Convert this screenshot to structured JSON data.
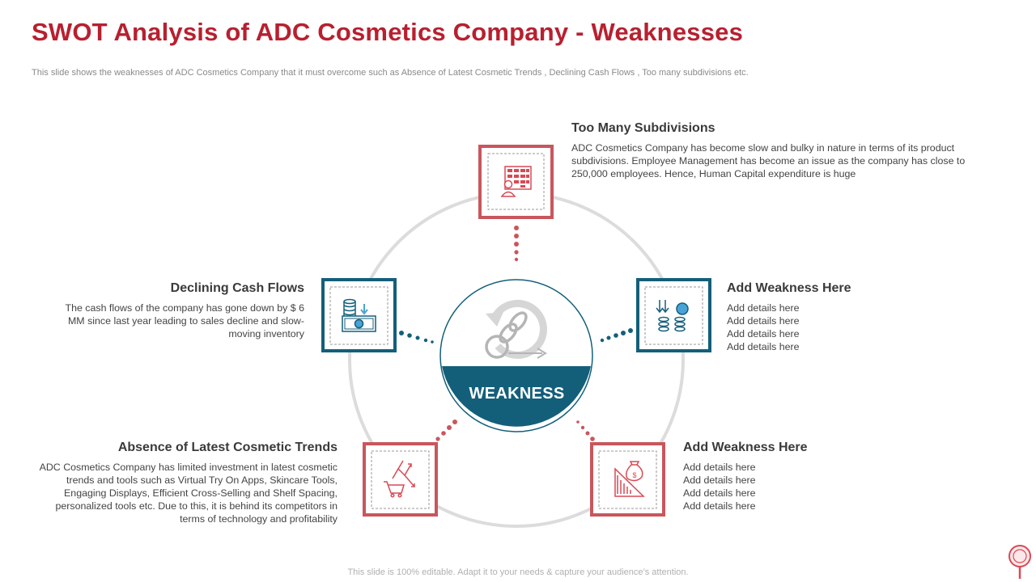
{
  "header": {
    "title": "SWOT Analysis of ADC Cosmetics Company - Weaknesses",
    "subtitle": "This slide shows the weaknesses of ADC Cosmetics Company that it must overcome such as Absence of Latest Cosmetic Trends , Declining Cash Flows , Too many subdivisions etc."
  },
  "center": {
    "label": "WEAKNESS",
    "icon": "chain-cycle-icon"
  },
  "items": {
    "top": {
      "title": "Too Many Subdivisions",
      "text": "ADC Cosmetics Company has become slow and bulky in nature in terms of its product subdivisions. Employee Management has become an issue as the company has close to 250,000 employees. Hence, Human Capital expenditure is huge",
      "icon": "employee-grid-icon"
    },
    "left": {
      "title": "Declining Cash Flows",
      "text": "The cash flows of the company has gone down by $ 6 MM since last year leading to sales decline and slow-moving inventory",
      "icon": "cash-decline-icon"
    },
    "right_upper": {
      "title": "Add Weakness Here",
      "details": [
        "Add details here",
        "Add details here",
        "Add details here",
        "Add details here"
      ],
      "icon": "coins-decline-icon"
    },
    "bottom_left": {
      "title": "Absence of Latest Cosmetic Trends",
      "text": "ADC Cosmetics Company has limited investment in latest cosmetic trends and tools such as Virtual Try On Apps, Skincare Tools, Engaging Displays, Efficient Cross-Selling and Shelf Spacing, personalized tools etc. Due to this, it is behind its competitors in terms of technology and profitability",
      "icon": "cart-arrows-icon"
    },
    "bottom_right": {
      "title": "Add Weakness Here",
      "details": [
        "Add details here",
        "Add details here",
        "Add details here",
        "Add details here"
      ],
      "icon": "money-bag-decline-icon"
    }
  },
  "footer": {
    "text": "This slide is 100% editable. Adapt it to your needs & capture your audience’s attention."
  },
  "colors": {
    "red": "#b8202f",
    "box_red": "#c9565d",
    "teal": "#135f7a",
    "ring": "#d9d9d9"
  }
}
